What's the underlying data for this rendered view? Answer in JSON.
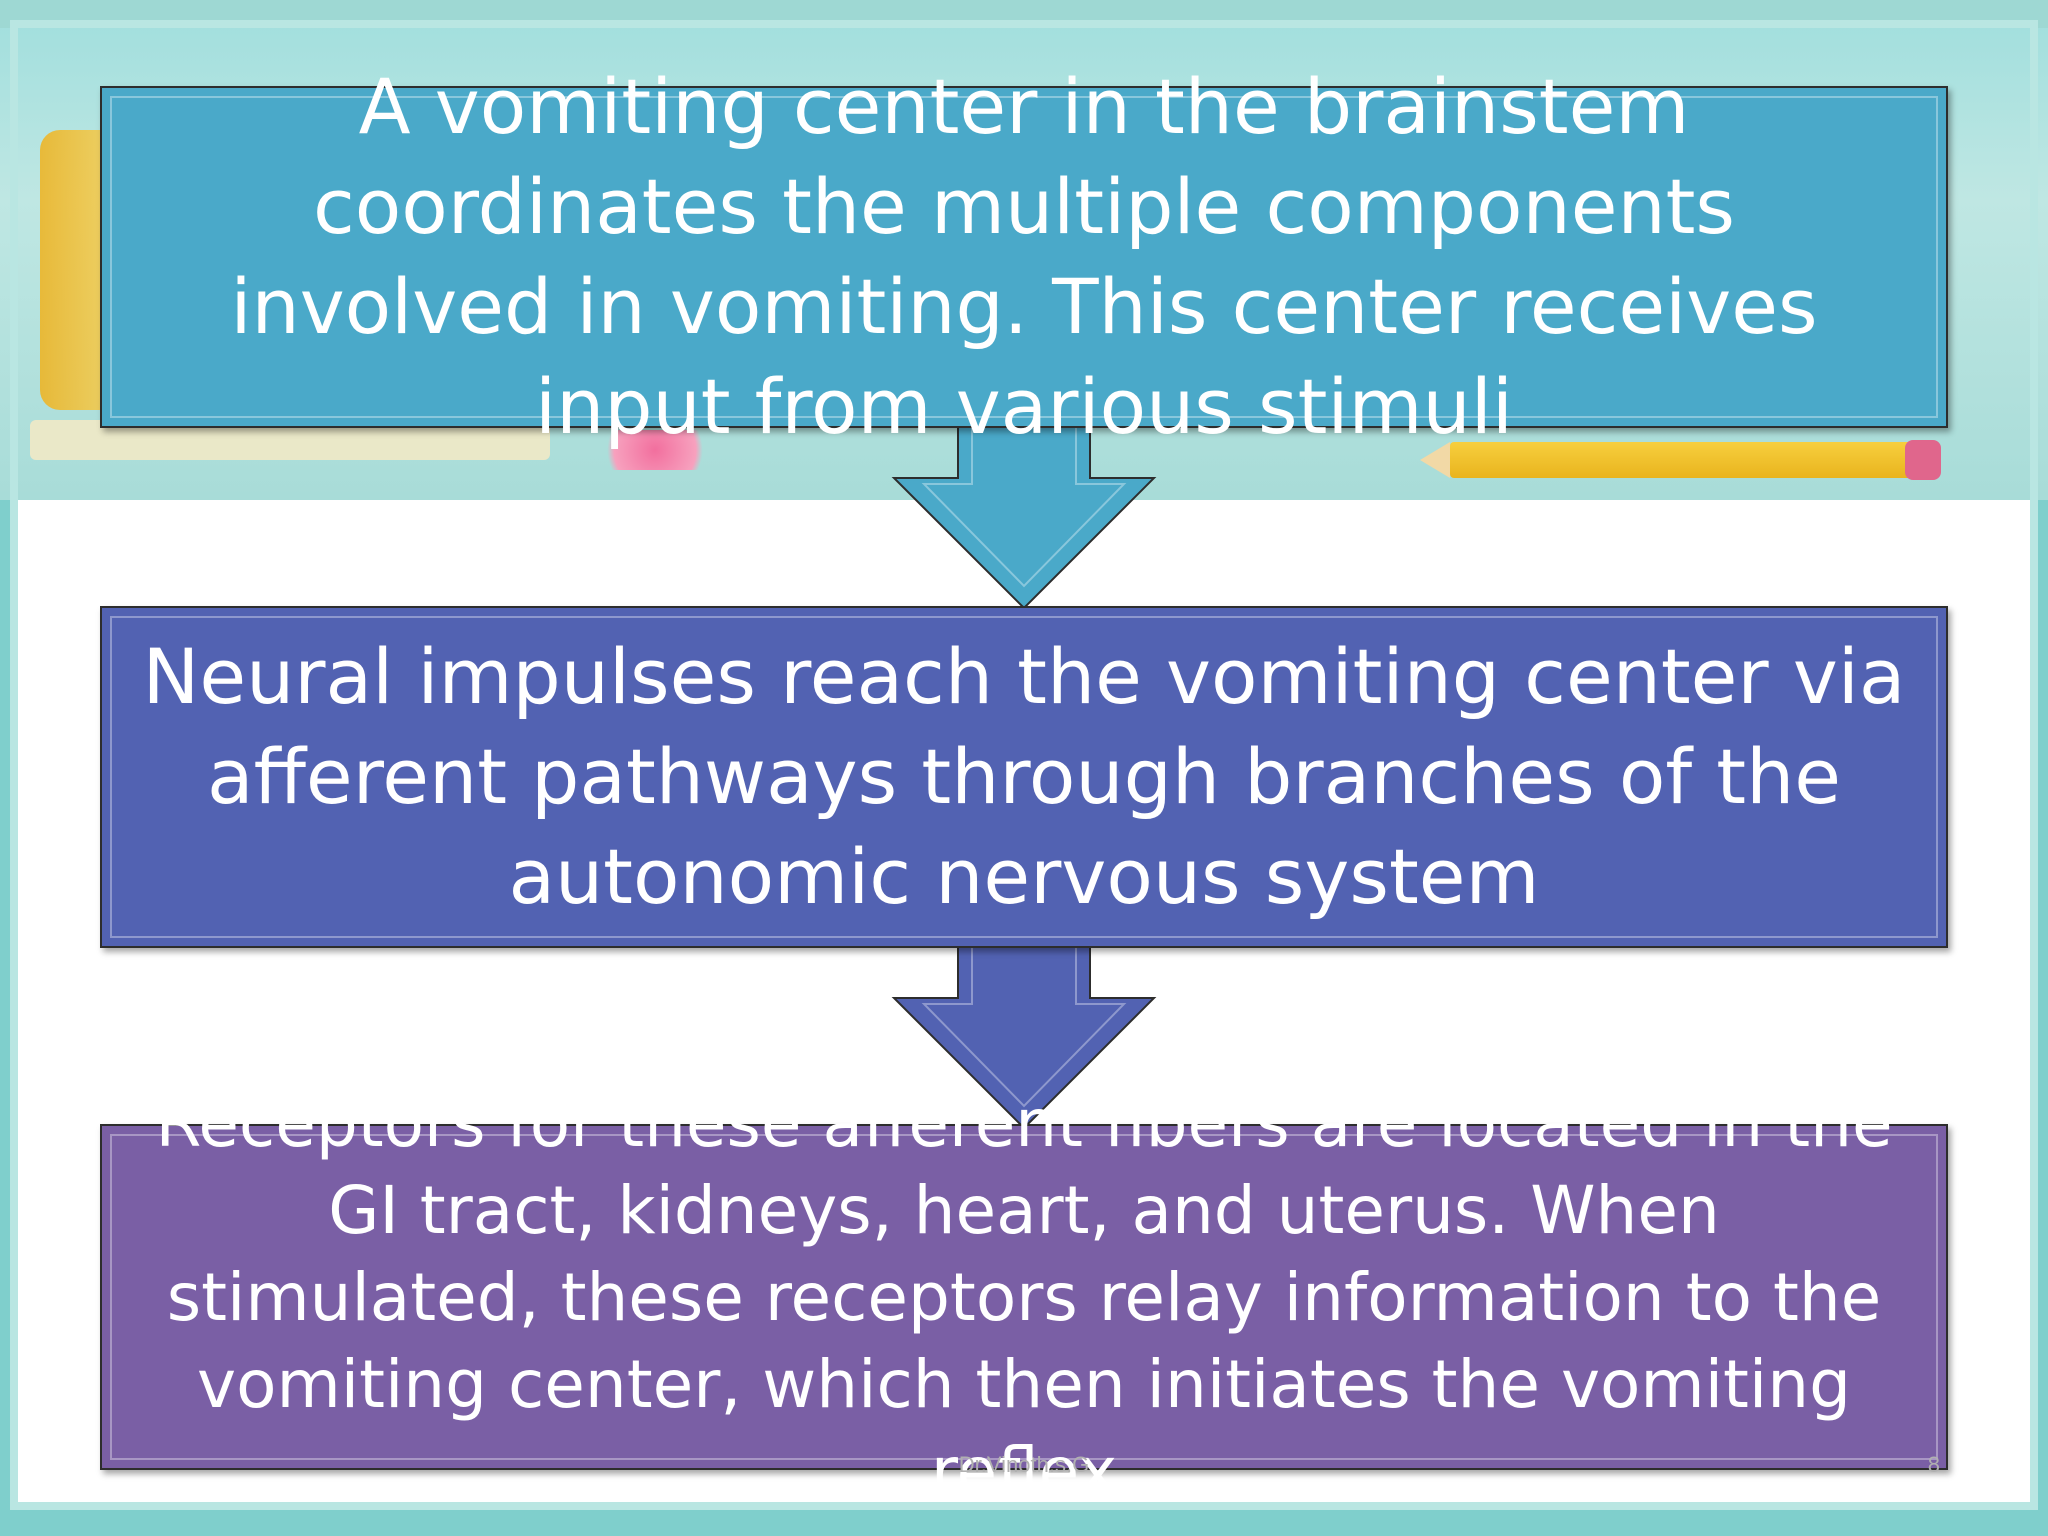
{
  "slide": {
    "boxes": [
      {
        "text": "A vomiting center in the brainstem coordinates the multiple components involved in vomiting. This center receives input from various stimuli",
        "color": "#4aa9c9"
      },
      {
        "text": "Neural impulses reach the vomiting center via afferent pathways through branches of the autonomic nervous system",
        "color": "#5262b2"
      },
      {
        "text": "Receptors for these afferent fibers are located in the GI tract, kidneys, heart, and uterus. When stimulated, these receptors relay information to the vomiting center, which then initiates the vomiting reflex",
        "color": "#7a5fa5"
      }
    ],
    "arrows": [
      {
        "icon": "down-arrow-icon",
        "color": "#4aa9c9"
      },
      {
        "icon": "down-arrow-icon",
        "color": "#5262b2"
      }
    ],
    "footer_text": "Dr.Vinoth.s.G",
    "slide_number": "8"
  }
}
